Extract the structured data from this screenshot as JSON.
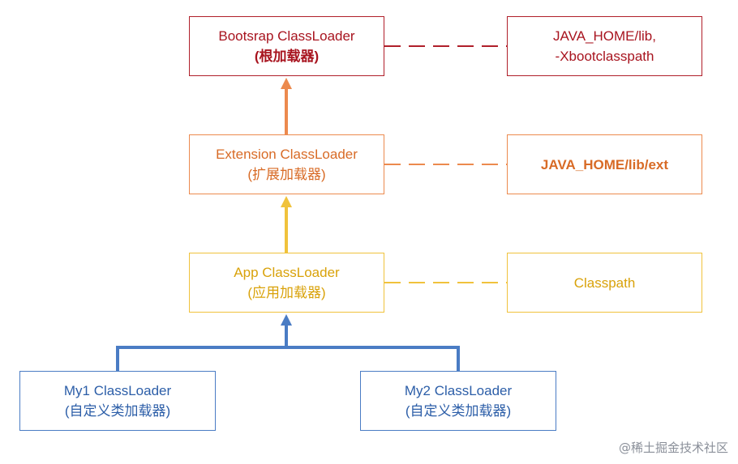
{
  "loaders": {
    "bootstrap": {
      "line1": "Bootsrap ClassLoader",
      "line2": "(根加载器)",
      "color": "#b01f2a"
    },
    "extension": {
      "line1": "Extension ClassLoader",
      "line2": "(扩展加载器)",
      "color": "#ec8a4e"
    },
    "app": {
      "line1": "App ClassLoader",
      "line2": "(应用加载器)",
      "color": "#f0c23c"
    },
    "my1": {
      "line1": "My1 ClassLoader",
      "line2": "(自定义类加载器)",
      "color": "#4a7cc4"
    },
    "my2": {
      "line1": "My2 ClassLoader",
      "line2": "(自定义类加载器)",
      "color": "#4a7cc4"
    }
  },
  "paths": {
    "bootstrap": {
      "line1": "JAVA_HOME/lib,",
      "line2": "-Xbootclasspath"
    },
    "extension": {
      "line1": "JAVA_HOME/lib/ext"
    },
    "app": {
      "line1": "Classpath"
    }
  },
  "watermark": "@稀土掘金技术社区"
}
